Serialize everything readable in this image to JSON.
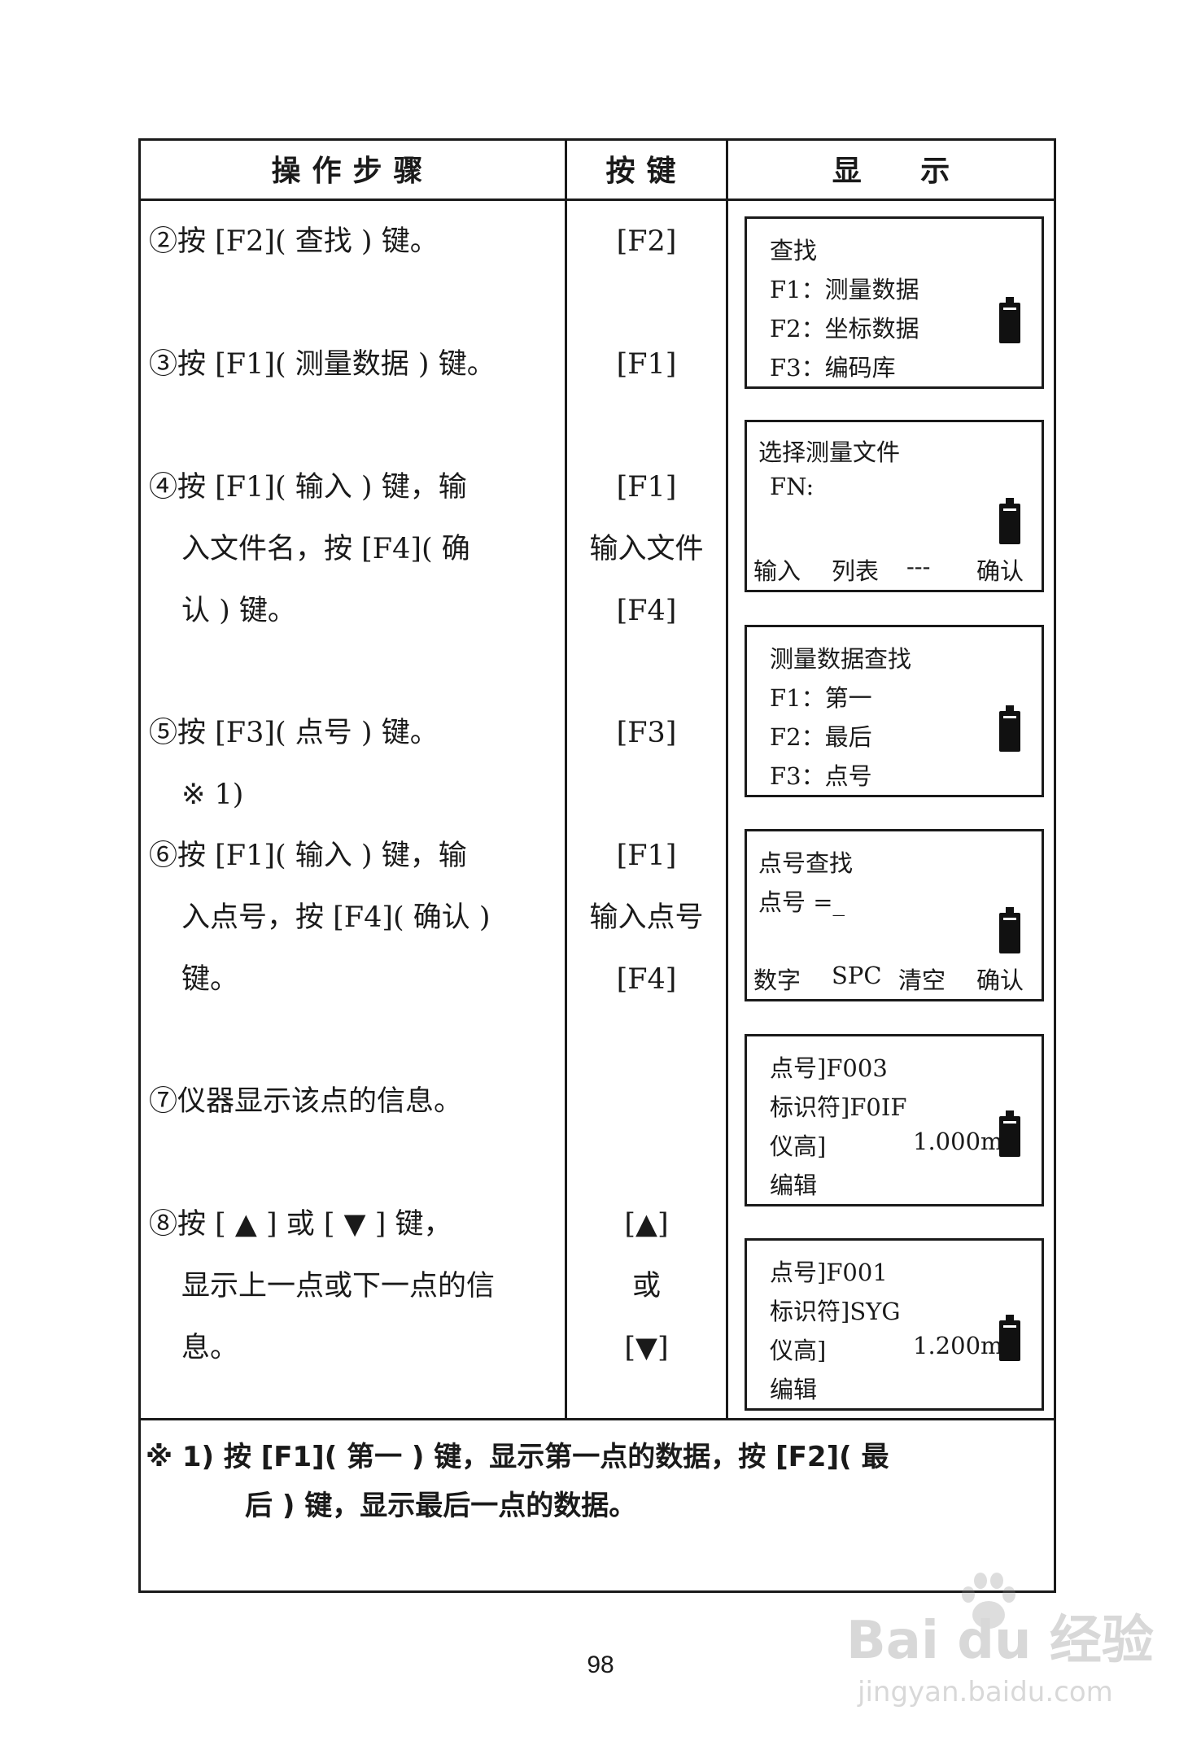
{
  "headers": {
    "steps": "操作步骤",
    "keys": "按键",
    "display": "显 示"
  },
  "steps": [
    {
      "num": "②",
      "lines": [
        "按 [F2]( 查找 ) 键。"
      ]
    },
    {
      "num": "③",
      "lines": [
        "按 [F1]( 测量数据 ) 键。"
      ]
    },
    {
      "num": "④",
      "lines": [
        "按 [F1]( 输入 ) 键，输",
        "入文件名，按 [F4]( 确",
        "认 ) 键。"
      ]
    },
    {
      "num": "⑤",
      "lines": [
        "按 [F3]( 点号 ) 键。",
        "※ 1)"
      ]
    },
    {
      "num": "⑥",
      "lines": [
        "按 [F1]( 输入 ) 键，输",
        "入点号，按 [F4]( 确认 )",
        "键。"
      ]
    },
    {
      "num": "⑦",
      "lines": [
        "仪器显示该点的信息。"
      ]
    },
    {
      "num": "⑧",
      "lines": [
        "按 [ ▲ ] 或 [ ▼ ] 键，",
        "显示上一点或下一点的信",
        "息。"
      ]
    }
  ],
  "keys": {
    "k2": "[F2]",
    "k3": "[F1]",
    "k4a": "[F1]",
    "k4b": "输入文件",
    "k4c": "[F4]",
    "k5": "[F3]",
    "k6a": "[F1]",
    "k6b": "输入点号",
    "k6c": "[F4]",
    "k8a": "[▲]",
    "k8b": "或",
    "k8c": "[▼]"
  },
  "screens": {
    "s1": {
      "title": "查找",
      "l1": "F1：测量数据",
      "l2": "F2：坐标数据",
      "l3": "F3：编码库"
    },
    "s2": {
      "title": "选择测量文件",
      "l1": "FN:",
      "soft": [
        "输入",
        "列表",
        "---",
        "确认"
      ]
    },
    "s3": {
      "title": "测量数据查找",
      "l1": "F1：第一",
      "l2": "F2：最后",
      "l3": "F3：点号"
    },
    "s4": {
      "title": "点号查找",
      "l1": "点号 =_",
      "soft": [
        "数字",
        "SPC",
        "清空",
        "确认"
      ]
    },
    "s5": {
      "l1": "点号]F003",
      "l2": "标识符]F0IF",
      "l3a": "仪高]",
      "l3b": "1.000m",
      "l4": "编辑"
    },
    "s6": {
      "l1": "点号]F001",
      "l2": "标识符]SYG",
      "l3a": "仪高]",
      "l3b": "1.200m",
      "l4": "编辑"
    }
  },
  "note": {
    "l1": "※ 1) 按 [F1]( 第一 ) 键，显示第一点的数据，按 [F2]( 最",
    "l2": "后 ) 键，显示最后一点的数据。"
  },
  "page_number": "98",
  "watermark": {
    "brand": "Bai du 经验",
    "url": "jingyan.baidu.com"
  }
}
